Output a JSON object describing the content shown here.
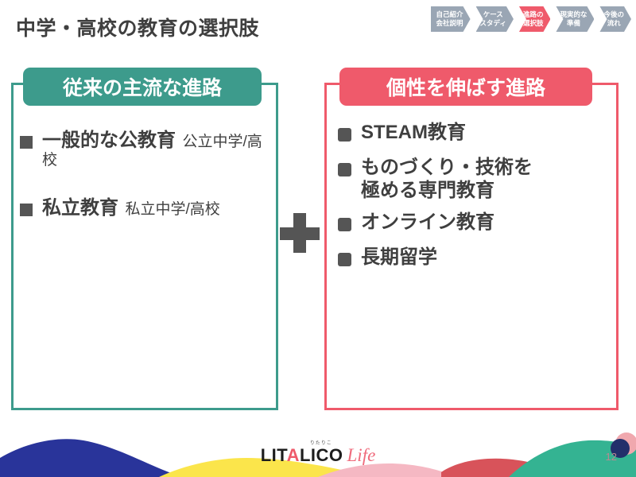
{
  "page_title": "中学・高校の教育の選択肢",
  "breadcrumb": {
    "steps": [
      {
        "line1": "自己紹介",
        "line2": "会社説明",
        "active": false
      },
      {
        "line1": "ケース",
        "line2": "スタディ",
        "active": false
      },
      {
        "line1": "進路の",
        "line2": "選択肢",
        "active": true
      },
      {
        "line1": "現実的な",
        "line2": "準備",
        "active": false
      },
      {
        "line1": "今後の",
        "line2": "流れ",
        "active": false
      }
    ]
  },
  "columns": {
    "left": {
      "badge": "従来の主流な進路",
      "accent": "#3d9b8c",
      "items": [
        {
          "label": "一般的な公教育",
          "sub": "公立中学/高校"
        },
        {
          "label": "私立教育",
          "sub": "私立中学/高校"
        }
      ]
    },
    "right": {
      "badge": "個性を伸ばす進路",
      "accent": "#ef5a6b",
      "items": [
        {
          "label": "STEAM教育",
          "sub": ""
        },
        {
          "label": "ものづくり・技術を\n極める専門教育",
          "sub": ""
        },
        {
          "label": "オンライン教育",
          "sub": ""
        },
        {
          "label": "長期留学",
          "sub": ""
        }
      ]
    }
  },
  "connector": "+",
  "footer": {
    "logo_kana": "りたりこ",
    "logo_part1": "LIT",
    "logo_a": "A",
    "logo_part2": "LICO",
    "logo_life": "Life",
    "page_number": "12",
    "colors": {
      "blue": "#29349a",
      "yellow": "#fbe54b",
      "pink": "#f5b8c3",
      "red": "#d8535a",
      "green": "#34b392",
      "navy": "#232f6b",
      "peach": "#f0a8ae"
    }
  }
}
